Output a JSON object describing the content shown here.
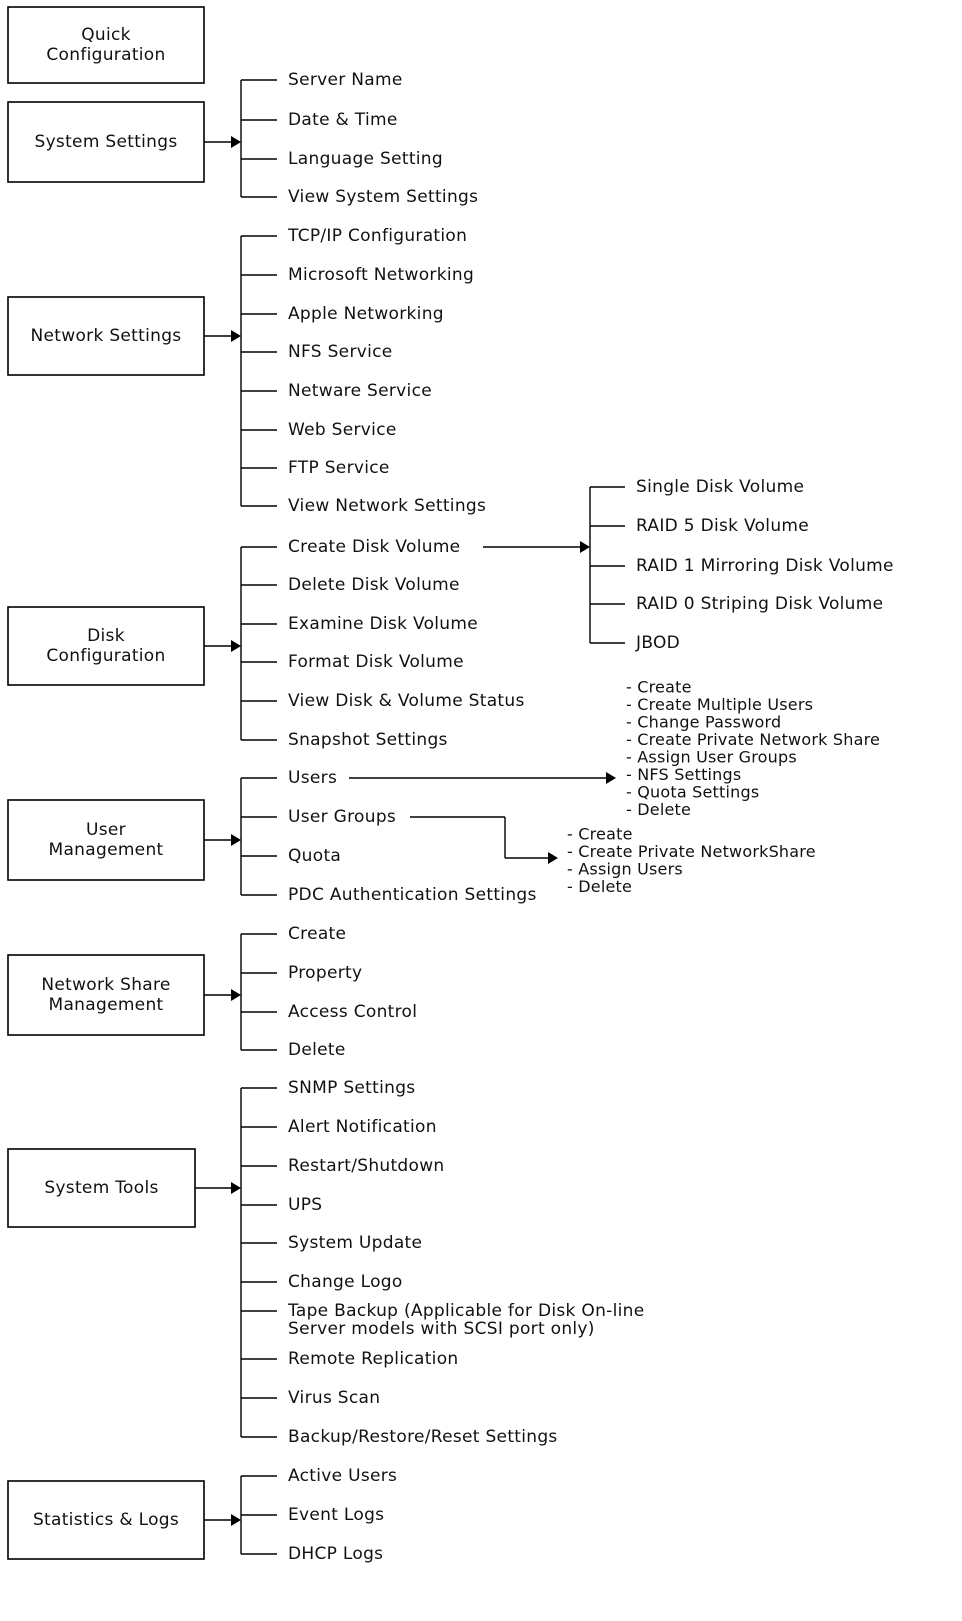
{
  "diagram": {
    "sections": [
      {
        "id": "quick-configuration",
        "title": [
          "Quick",
          "Configuration"
        ],
        "items": []
      },
      {
        "id": "system-settings",
        "title": [
          "System Settings"
        ],
        "items": [
          "Server Name",
          "Date & Time",
          "Language Setting",
          "View System Settings"
        ]
      },
      {
        "id": "network-settings",
        "title": [
          "Network Settings"
        ],
        "items": [
          "TCP/IP Configuration",
          "Microsoft Networking",
          "Apple Networking",
          "NFS Service",
          "Netware Service",
          "Web Service",
          "FTP Service",
          "View Network Settings"
        ]
      },
      {
        "id": "disk-configuration",
        "title": [
          "Disk",
          "Configuration"
        ],
        "items": [
          "Create Disk Volume",
          "Delete Disk Volume",
          "Examine Disk Volume",
          "Format Disk Volume",
          "View Disk & Volume Status",
          "Snapshot Settings"
        ]
      },
      {
        "id": "user-management",
        "title": [
          "User",
          "Management"
        ],
        "items": [
          "Users",
          "User Groups",
          "Quota",
          "PDC Authentication Settings"
        ]
      },
      {
        "id": "network-share-management",
        "title": [
          "Network Share",
          "Management"
        ],
        "items": [
          "Create",
          "Property",
          "Access Control",
          "Delete"
        ]
      },
      {
        "id": "system-tools",
        "title": [
          "System Tools"
        ],
        "items": [
          "SNMP Settings",
          "Alert Notification",
          "Restart/Shutdown",
          "UPS",
          "System Update",
          "Change Logo",
          [
            "Tape Backup (Applicable for Disk On-line",
            "Server models with SCSI port only)"
          ],
          "Remote Replication",
          "Virus Scan",
          "Backup/Restore/Reset Settings"
        ]
      },
      {
        "id": "statistics-logs",
        "title": [
          "Statistics & Logs"
        ],
        "items": [
          "Active Users",
          "Event Logs",
          "DHCP Logs"
        ]
      }
    ],
    "disk_volume_types": [
      "Single Disk Volume",
      "RAID 5 Disk Volume",
      "RAID 1 Mirroring Disk Volume",
      "RAID 0 Striping Disk Volume",
      "JBOD"
    ],
    "users_submenu": [
      "- Create",
      "- Create Multiple Users",
      "- Change Password",
      "- Create Private Network Share",
      "- Assign User Groups",
      "- NFS Settings",
      "- Quota Settings",
      "- Delete"
    ],
    "user_groups_submenu": [
      "- Create",
      "- Create Private NetworkShare",
      "- Assign Users",
      "- Delete"
    ]
  }
}
